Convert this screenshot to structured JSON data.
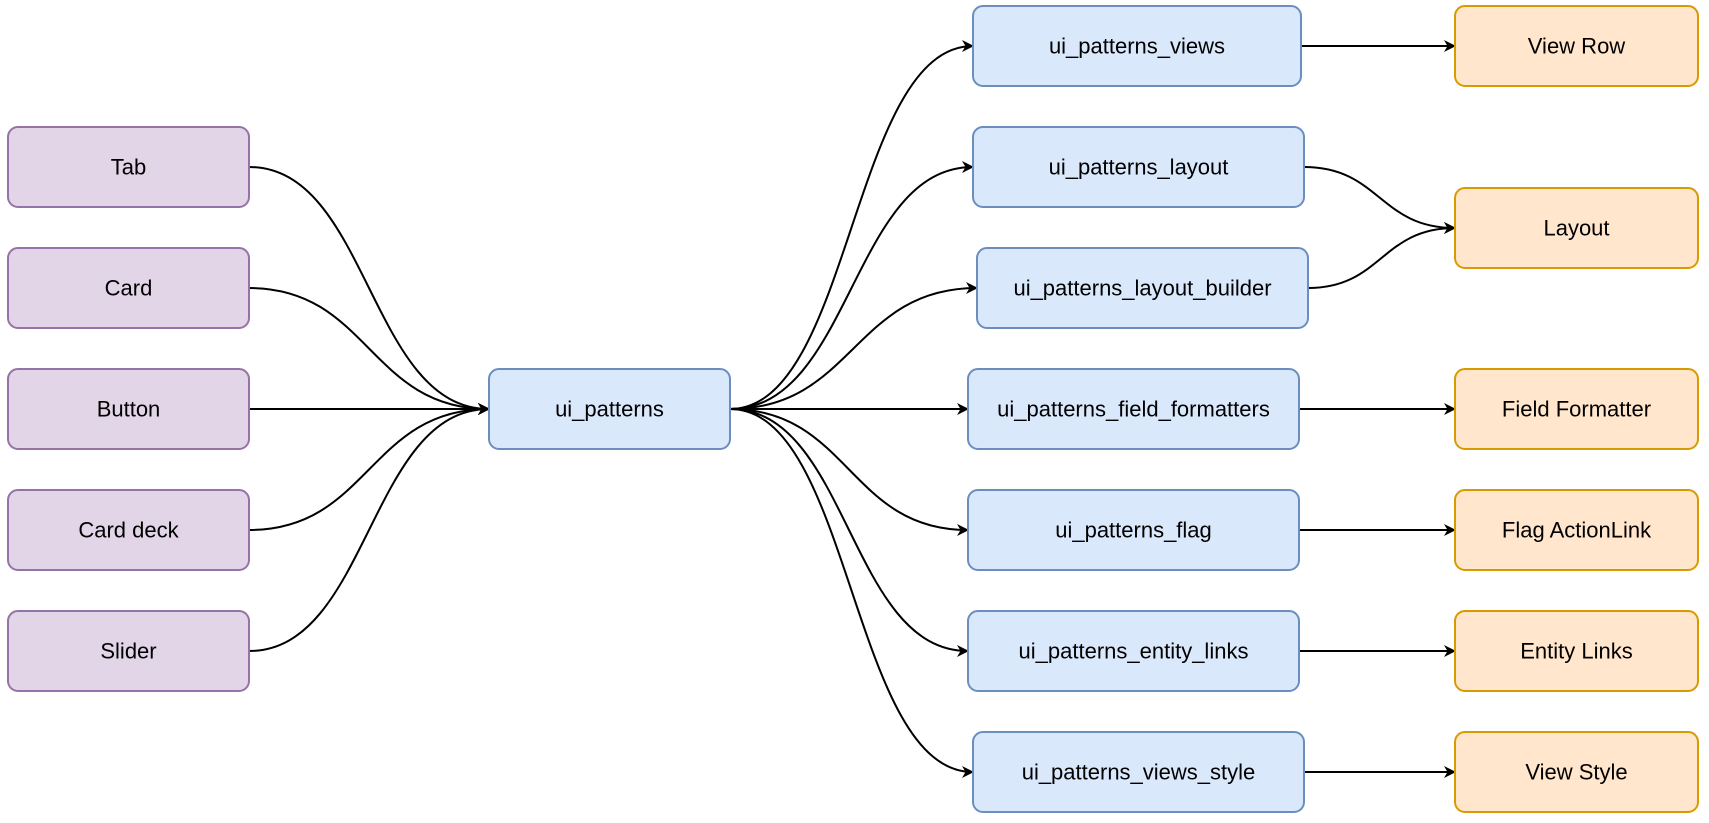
{
  "colors": {
    "source_fill": "#e1d5e7",
    "source_stroke": "#9673a6",
    "module_fill": "#dae8fc",
    "module_stroke": "#6c8ebf",
    "target_fill": "#ffe6cc",
    "target_stroke": "#d79b00",
    "edge": "#000000"
  },
  "nodes": {
    "tab": "Tab",
    "card": "Card",
    "button": "Button",
    "card_deck": "Card deck",
    "slider": "Slider",
    "ui_patterns": "ui_patterns",
    "ui_patterns_views": "ui_patterns_views",
    "ui_patterns_layout": "ui_patterns_layout",
    "ui_patterns_layout_builder": "ui_patterns_layout_builder",
    "ui_patterns_field_formatters": "ui_patterns_field_formatters",
    "ui_patterns_flag": "ui_patterns_flag",
    "ui_patterns_entity_links": "ui_patterns_entity_links",
    "ui_patterns_views_style": "ui_patterns_views_style",
    "view_row": "View Row",
    "layout": "Layout",
    "field_formatter": "Field Formatter",
    "flag_actionlink": "Flag ActionLink",
    "entity_links": "Entity Links",
    "view_style": "View Style"
  },
  "edges": [
    {
      "from": "tab",
      "to": "ui_patterns"
    },
    {
      "from": "card",
      "to": "ui_patterns"
    },
    {
      "from": "button",
      "to": "ui_patterns"
    },
    {
      "from": "card_deck",
      "to": "ui_patterns"
    },
    {
      "from": "slider",
      "to": "ui_patterns"
    },
    {
      "from": "ui_patterns",
      "to": "ui_patterns_views"
    },
    {
      "from": "ui_patterns",
      "to": "ui_patterns_layout"
    },
    {
      "from": "ui_patterns",
      "to": "ui_patterns_layout_builder"
    },
    {
      "from": "ui_patterns",
      "to": "ui_patterns_field_formatters"
    },
    {
      "from": "ui_patterns",
      "to": "ui_patterns_flag"
    },
    {
      "from": "ui_patterns",
      "to": "ui_patterns_entity_links"
    },
    {
      "from": "ui_patterns",
      "to": "ui_patterns_views_style"
    },
    {
      "from": "ui_patterns_views",
      "to": "view_row"
    },
    {
      "from": "ui_patterns_layout",
      "to": "layout"
    },
    {
      "from": "ui_patterns_layout_builder",
      "to": "layout"
    },
    {
      "from": "ui_patterns_field_formatters",
      "to": "field_formatter"
    },
    {
      "from": "ui_patterns_flag",
      "to": "flag_actionlink"
    },
    {
      "from": "ui_patterns_entity_links",
      "to": "entity_links"
    },
    {
      "from": "ui_patterns_views_style",
      "to": "view_style"
    }
  ]
}
